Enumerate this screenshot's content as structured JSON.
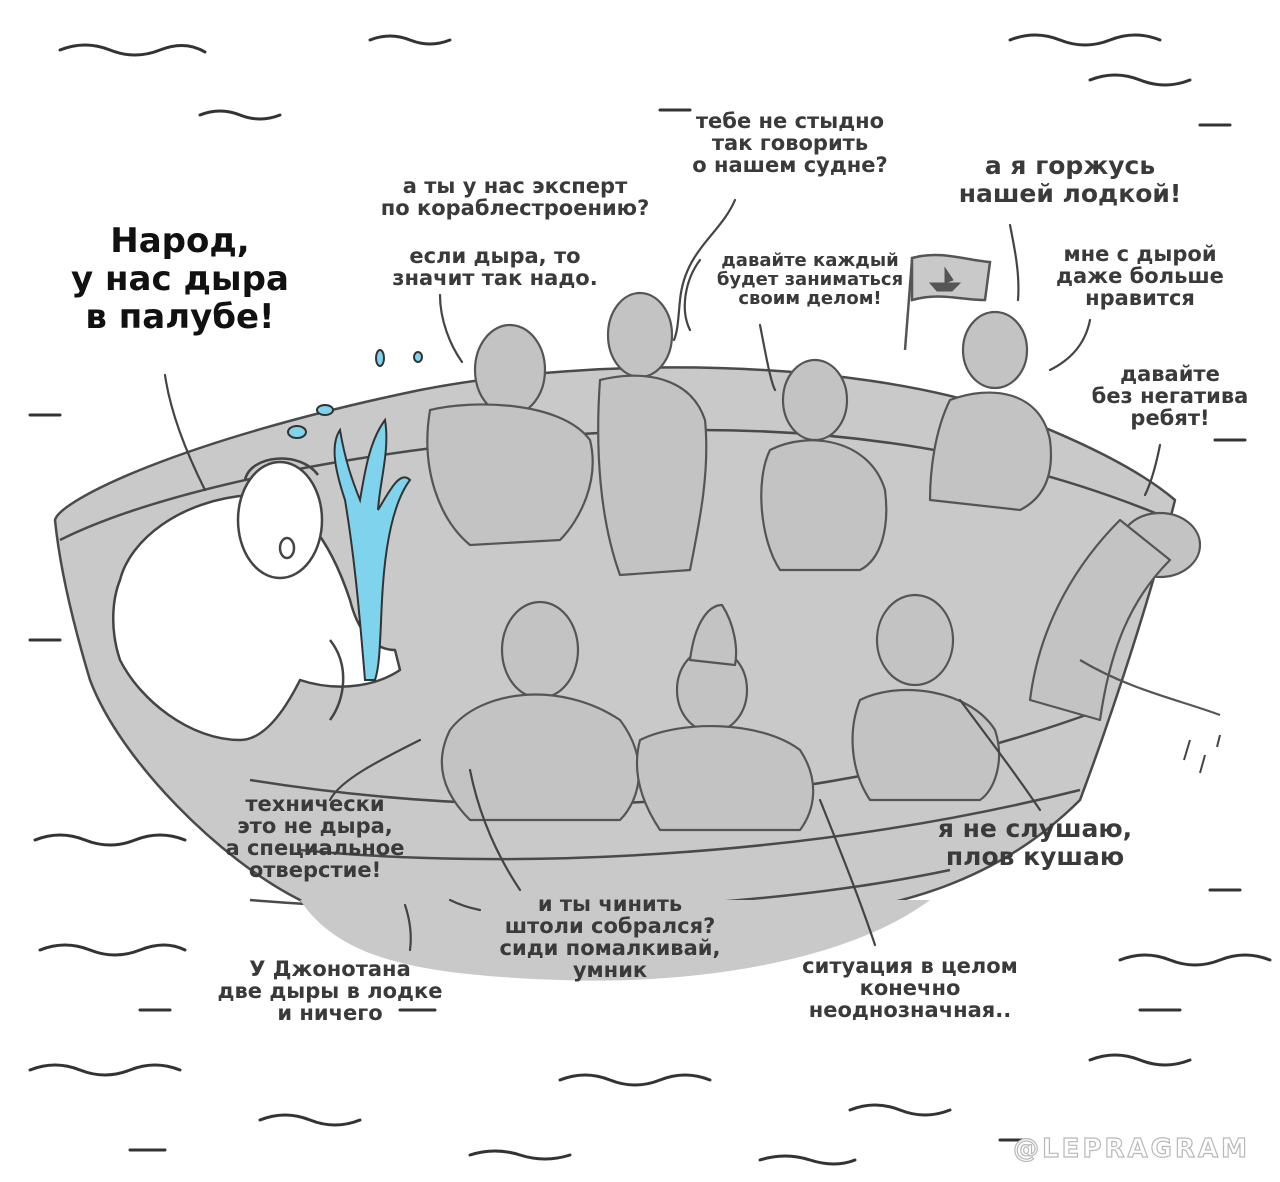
{
  "colors": {
    "boat_fill": "#c9c9c9",
    "outline": "#4a4a4a",
    "water_jet": "#7fd3ec",
    "waves": "#333333",
    "text": "#3a3a3a",
    "background": "#ffffff"
  },
  "captions": {
    "people_hole": "Народ,\nу нас дыра\nв палубе!",
    "expert": "а ты у нас эксперт\nпо кораблестроению?",
    "must_be": "если дыра, то\nзначит так надо.",
    "ashamed": "тебе не стыдно\nтак говорить\nо нашем судне?",
    "each_business": "давайте каждый\nбудет заниматься\nсвоим делом!",
    "proud": "а я горжусь\nнашей лодкой!",
    "like_hole": "мне с дырой\nдаже больше\nнравится",
    "no_negative": "давайте\nбез негатива\nребят!",
    "technically": "технически\nэто не дыра,\nа специальное\nотверстие!",
    "fix": "и ты чинить\nштоли собрался?\nсиди помалкивай,\nумник",
    "not_listening": "я не слушаю,\nплов кушаю",
    "ambiguous": "ситуация в целом\nконечно\nнеоднозначная..",
    "john": "У Джонотана\nдве дыры в лодке\nи ничего"
  },
  "watermark": "@LEPRAGRAM"
}
